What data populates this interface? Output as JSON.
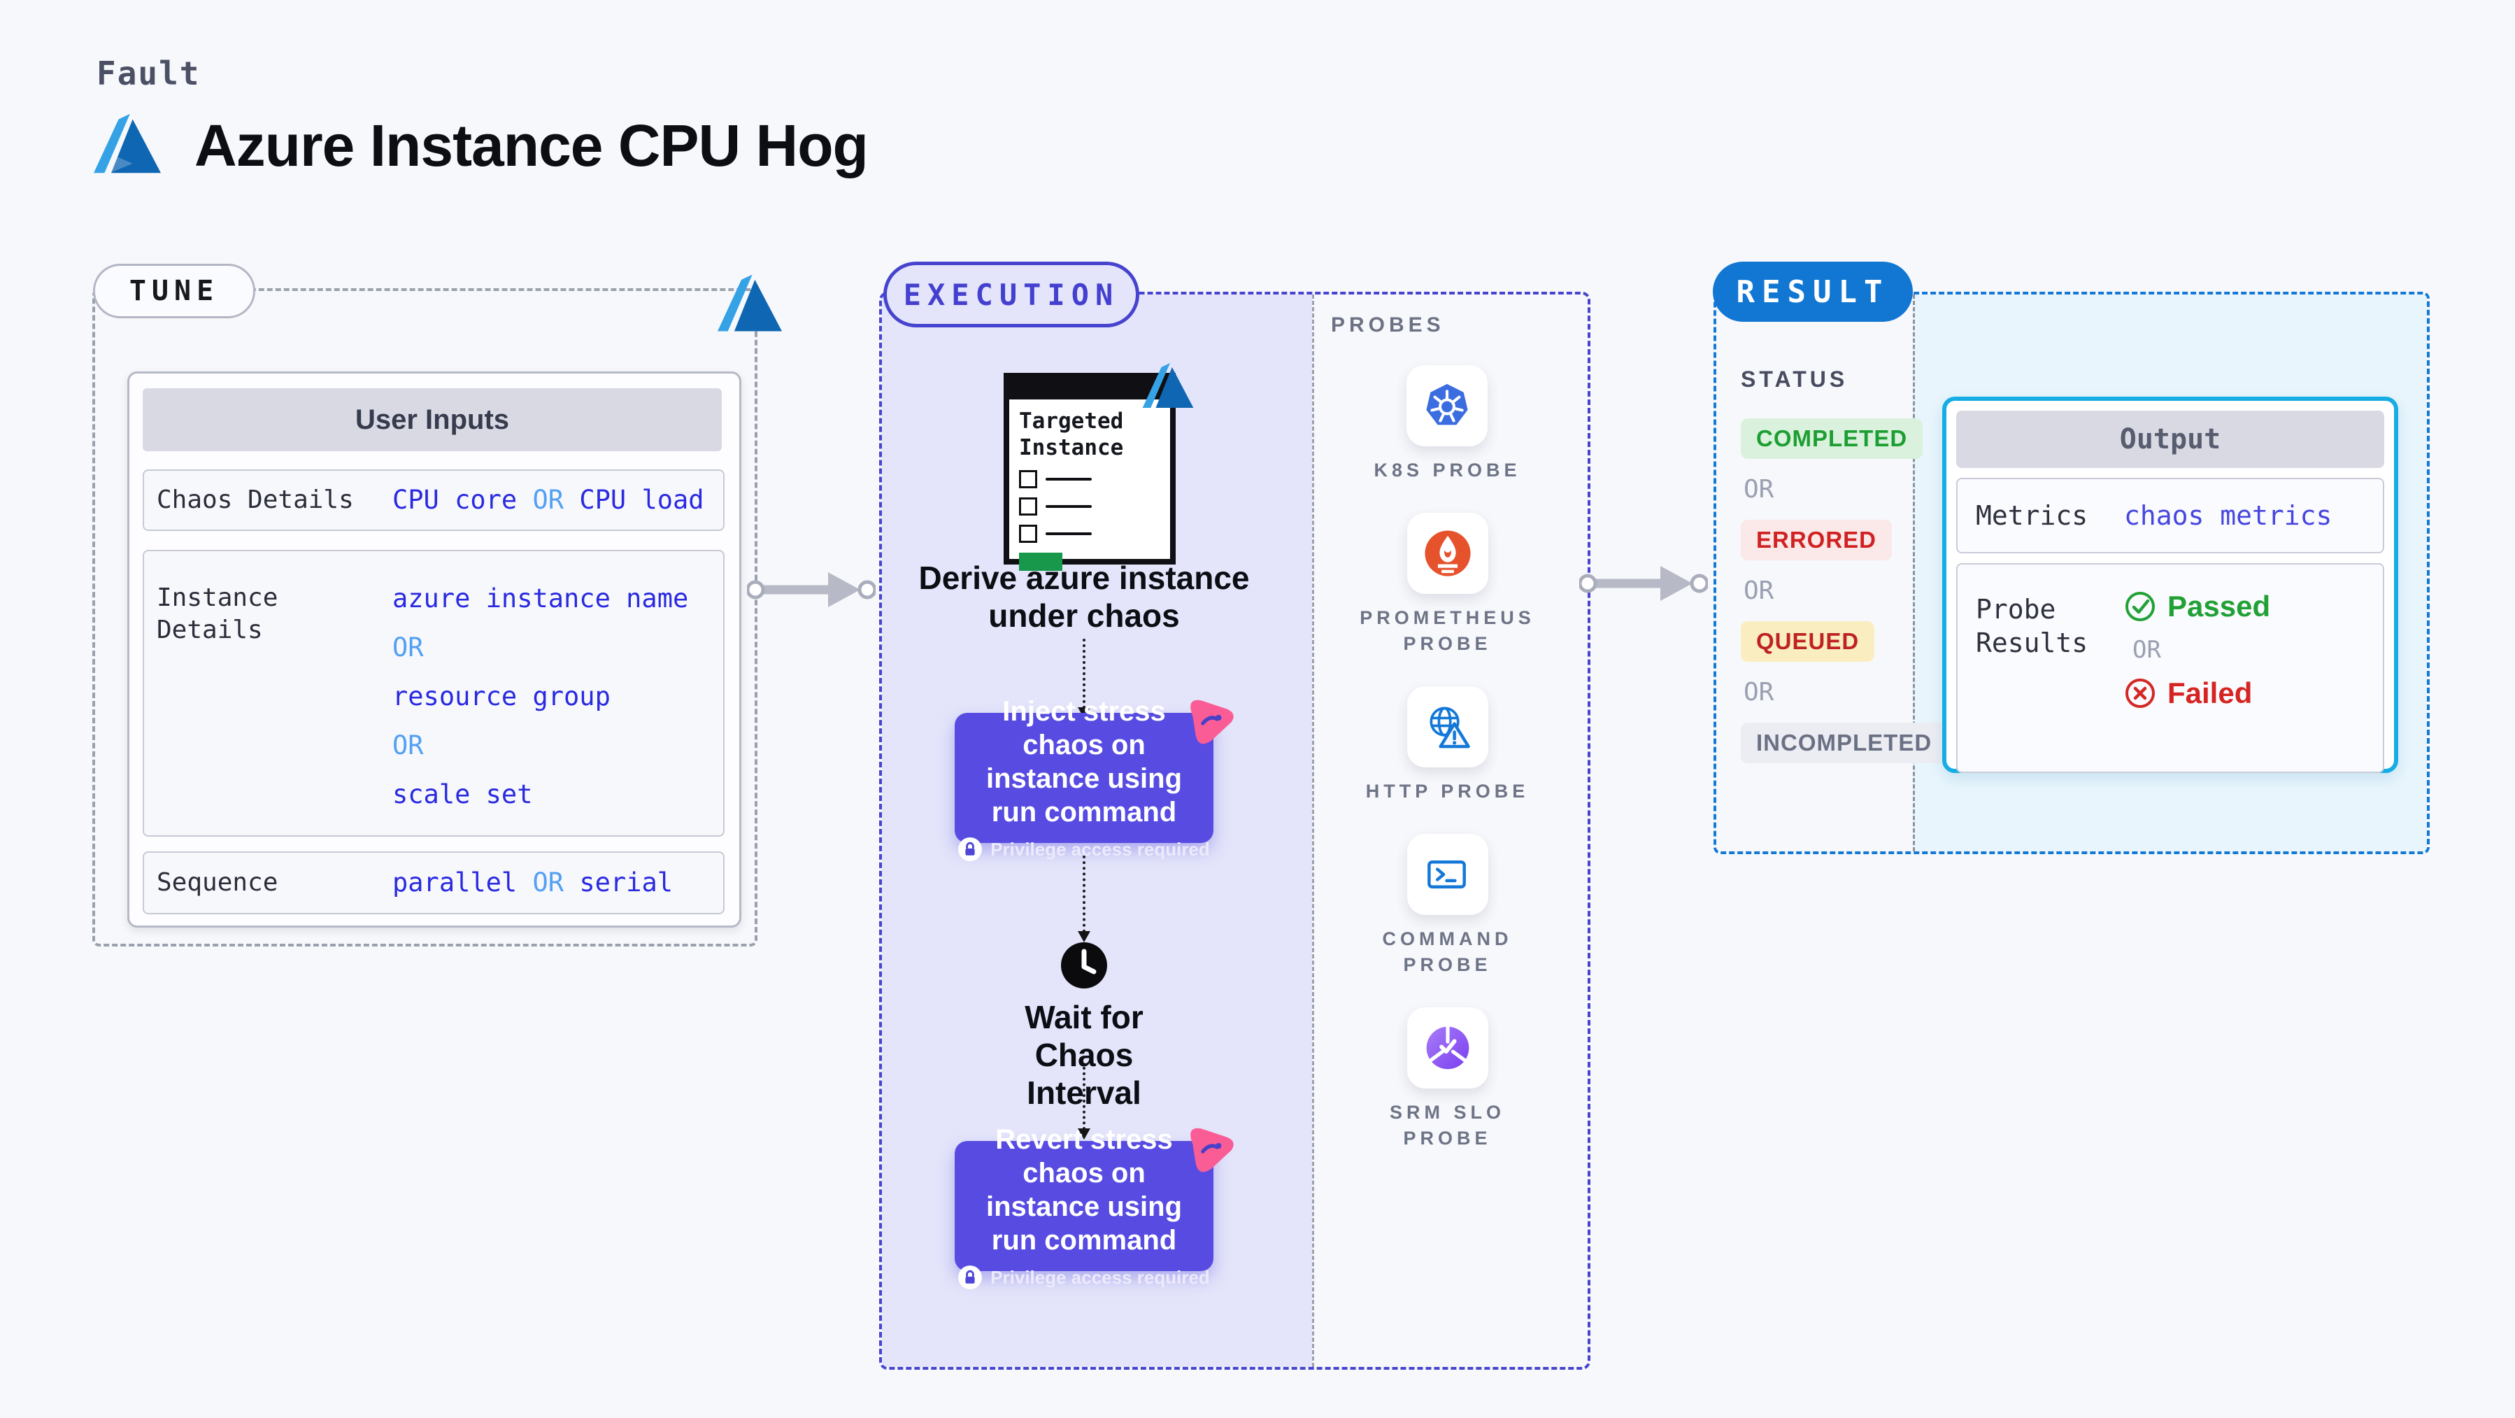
{
  "colors": {
    "page_bg": "#f7f8fb",
    "azure_light_blue": "#35a2e6",
    "azure_dark_blue": "#0f66b2",
    "indigo_node": "#574be1",
    "execution_border": "#4745d0",
    "execution_fill": "#e4e5fa",
    "result_blue": "#1277d2",
    "result_fill": "#e8f5fc",
    "output_border": "#16ade4",
    "value_indigo": "#2a2ae0",
    "or_light_blue": "#53a0f4",
    "passed_green": "#21a135",
    "failed_red": "#d52421",
    "queued_yellow_bg": "#faeec0",
    "completed_green_bg": "#daf2dd",
    "errored_red_bg": "#fbe8e8",
    "kubernetes_blue": "#3b6de0",
    "prometheus_orange": "#e6522c",
    "srm_purple": "#8b5cf6",
    "litmus_pink": "#fa5c95"
  },
  "header": {
    "eyebrow": "Fault",
    "title": "Azure Instance CPU Hog"
  },
  "tune": {
    "badge": "TUNE",
    "card_title": "User Inputs",
    "chaos_row": {
      "label": "Chaos Details",
      "value1": "CPU core",
      "or": "OR",
      "value2": "CPU load"
    },
    "instance_row": {
      "label": "Instance Details",
      "value1": "azure instance name",
      "or1": "OR",
      "value2": "resource group",
      "or2": "OR",
      "value3": "scale set"
    },
    "sequence_row": {
      "label": "Sequence",
      "value1": "parallel",
      "or": "OR",
      "value2": "serial"
    }
  },
  "execution": {
    "badge": "EXECUTION",
    "window_title": "Targeted Instance",
    "derive_text": "Derive azure instance under chaos",
    "inject_text": "Inject stress chaos on instance using run command",
    "privilege_text": "Privilege access required",
    "wait_text": "Wait for Chaos Interval",
    "revert_text": "Revert stress chaos on instance using run command"
  },
  "probes": {
    "title": "PROBES",
    "items": [
      {
        "label": "K8S PROBE",
        "icon": "kubernetes-icon"
      },
      {
        "label": "PROMETHEUS PROBE",
        "icon": "prometheus-icon"
      },
      {
        "label": "HTTP PROBE",
        "icon": "http-globe-warning-icon"
      },
      {
        "label": "COMMAND PROBE",
        "icon": "terminal-icon"
      },
      {
        "label": "SRM SLO PROBE",
        "icon": "slo-gauge-icon"
      }
    ]
  },
  "result": {
    "badge": "RESULT",
    "status": {
      "title": "STATUS",
      "completed": "COMPLETED",
      "or1": "OR",
      "errored": "ERRORED",
      "or2": "OR",
      "queued": "QUEUED",
      "or3": "OR",
      "incompleted": "INCOMPLETED"
    },
    "output": {
      "title": "Output",
      "metrics_label": "Metrics",
      "metrics_value": "chaos metrics",
      "probe_results_label": "Probe Results",
      "passed": "Passed",
      "or": "OR",
      "failed": "Failed"
    }
  }
}
